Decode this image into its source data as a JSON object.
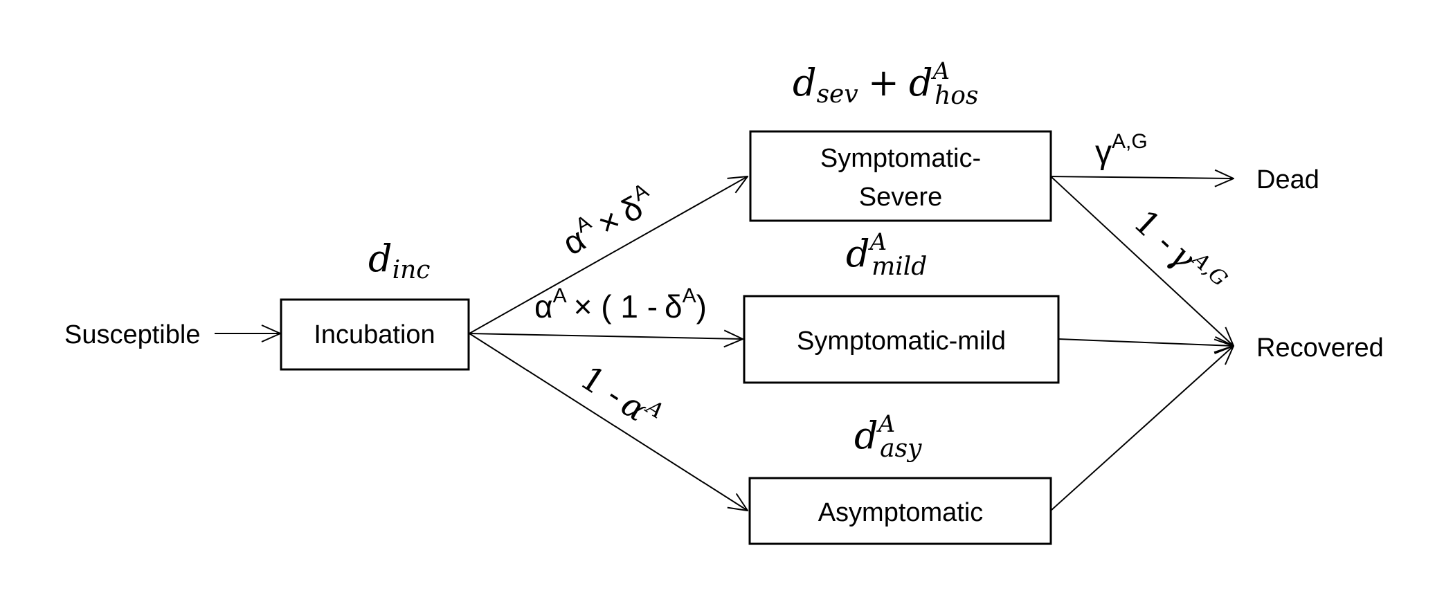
{
  "nodes": {
    "susceptible": "Susceptible",
    "incubation": "Incubation",
    "severe_line1": "Symptomatic-",
    "severe_line2": "Severe",
    "mild": "Symptomatic-mild",
    "asymptomatic": "Asymptomatic",
    "dead": "Dead",
    "recovered": "Recovered"
  },
  "durations": {
    "inc": {
      "base": "d",
      "sub": "inc"
    },
    "sev": {
      "base": "d",
      "sub": "sev",
      "plus": "+",
      "base2": "d",
      "sup2": "A",
      "sub2": "hos"
    },
    "mild": {
      "base": "d",
      "sup": "A",
      "sub": "mild"
    },
    "asy": {
      "base": "d",
      "sup": "A",
      "sub": "asy"
    }
  },
  "edges": {
    "to_severe": {
      "a": "α",
      "a_sup": "A",
      "op": "×",
      "b": "δ",
      "b_sup": "A"
    },
    "to_mild": {
      "a": "α",
      "a_sup": "A",
      "op": "× ( 1 -",
      "b": "δ",
      "b_sup": "A",
      "close": ")"
    },
    "to_asy": {
      "prefix": "1 -",
      "a": "α",
      "a_sup": "A"
    },
    "to_dead": {
      "a": "γ",
      "a_sup": "A,G"
    },
    "to_recovered": {
      "prefix": "1 -",
      "a": "γ",
      "a_sup": "A,G"
    }
  },
  "colors": {
    "stroke": "#000000",
    "background": "#ffffff"
  }
}
